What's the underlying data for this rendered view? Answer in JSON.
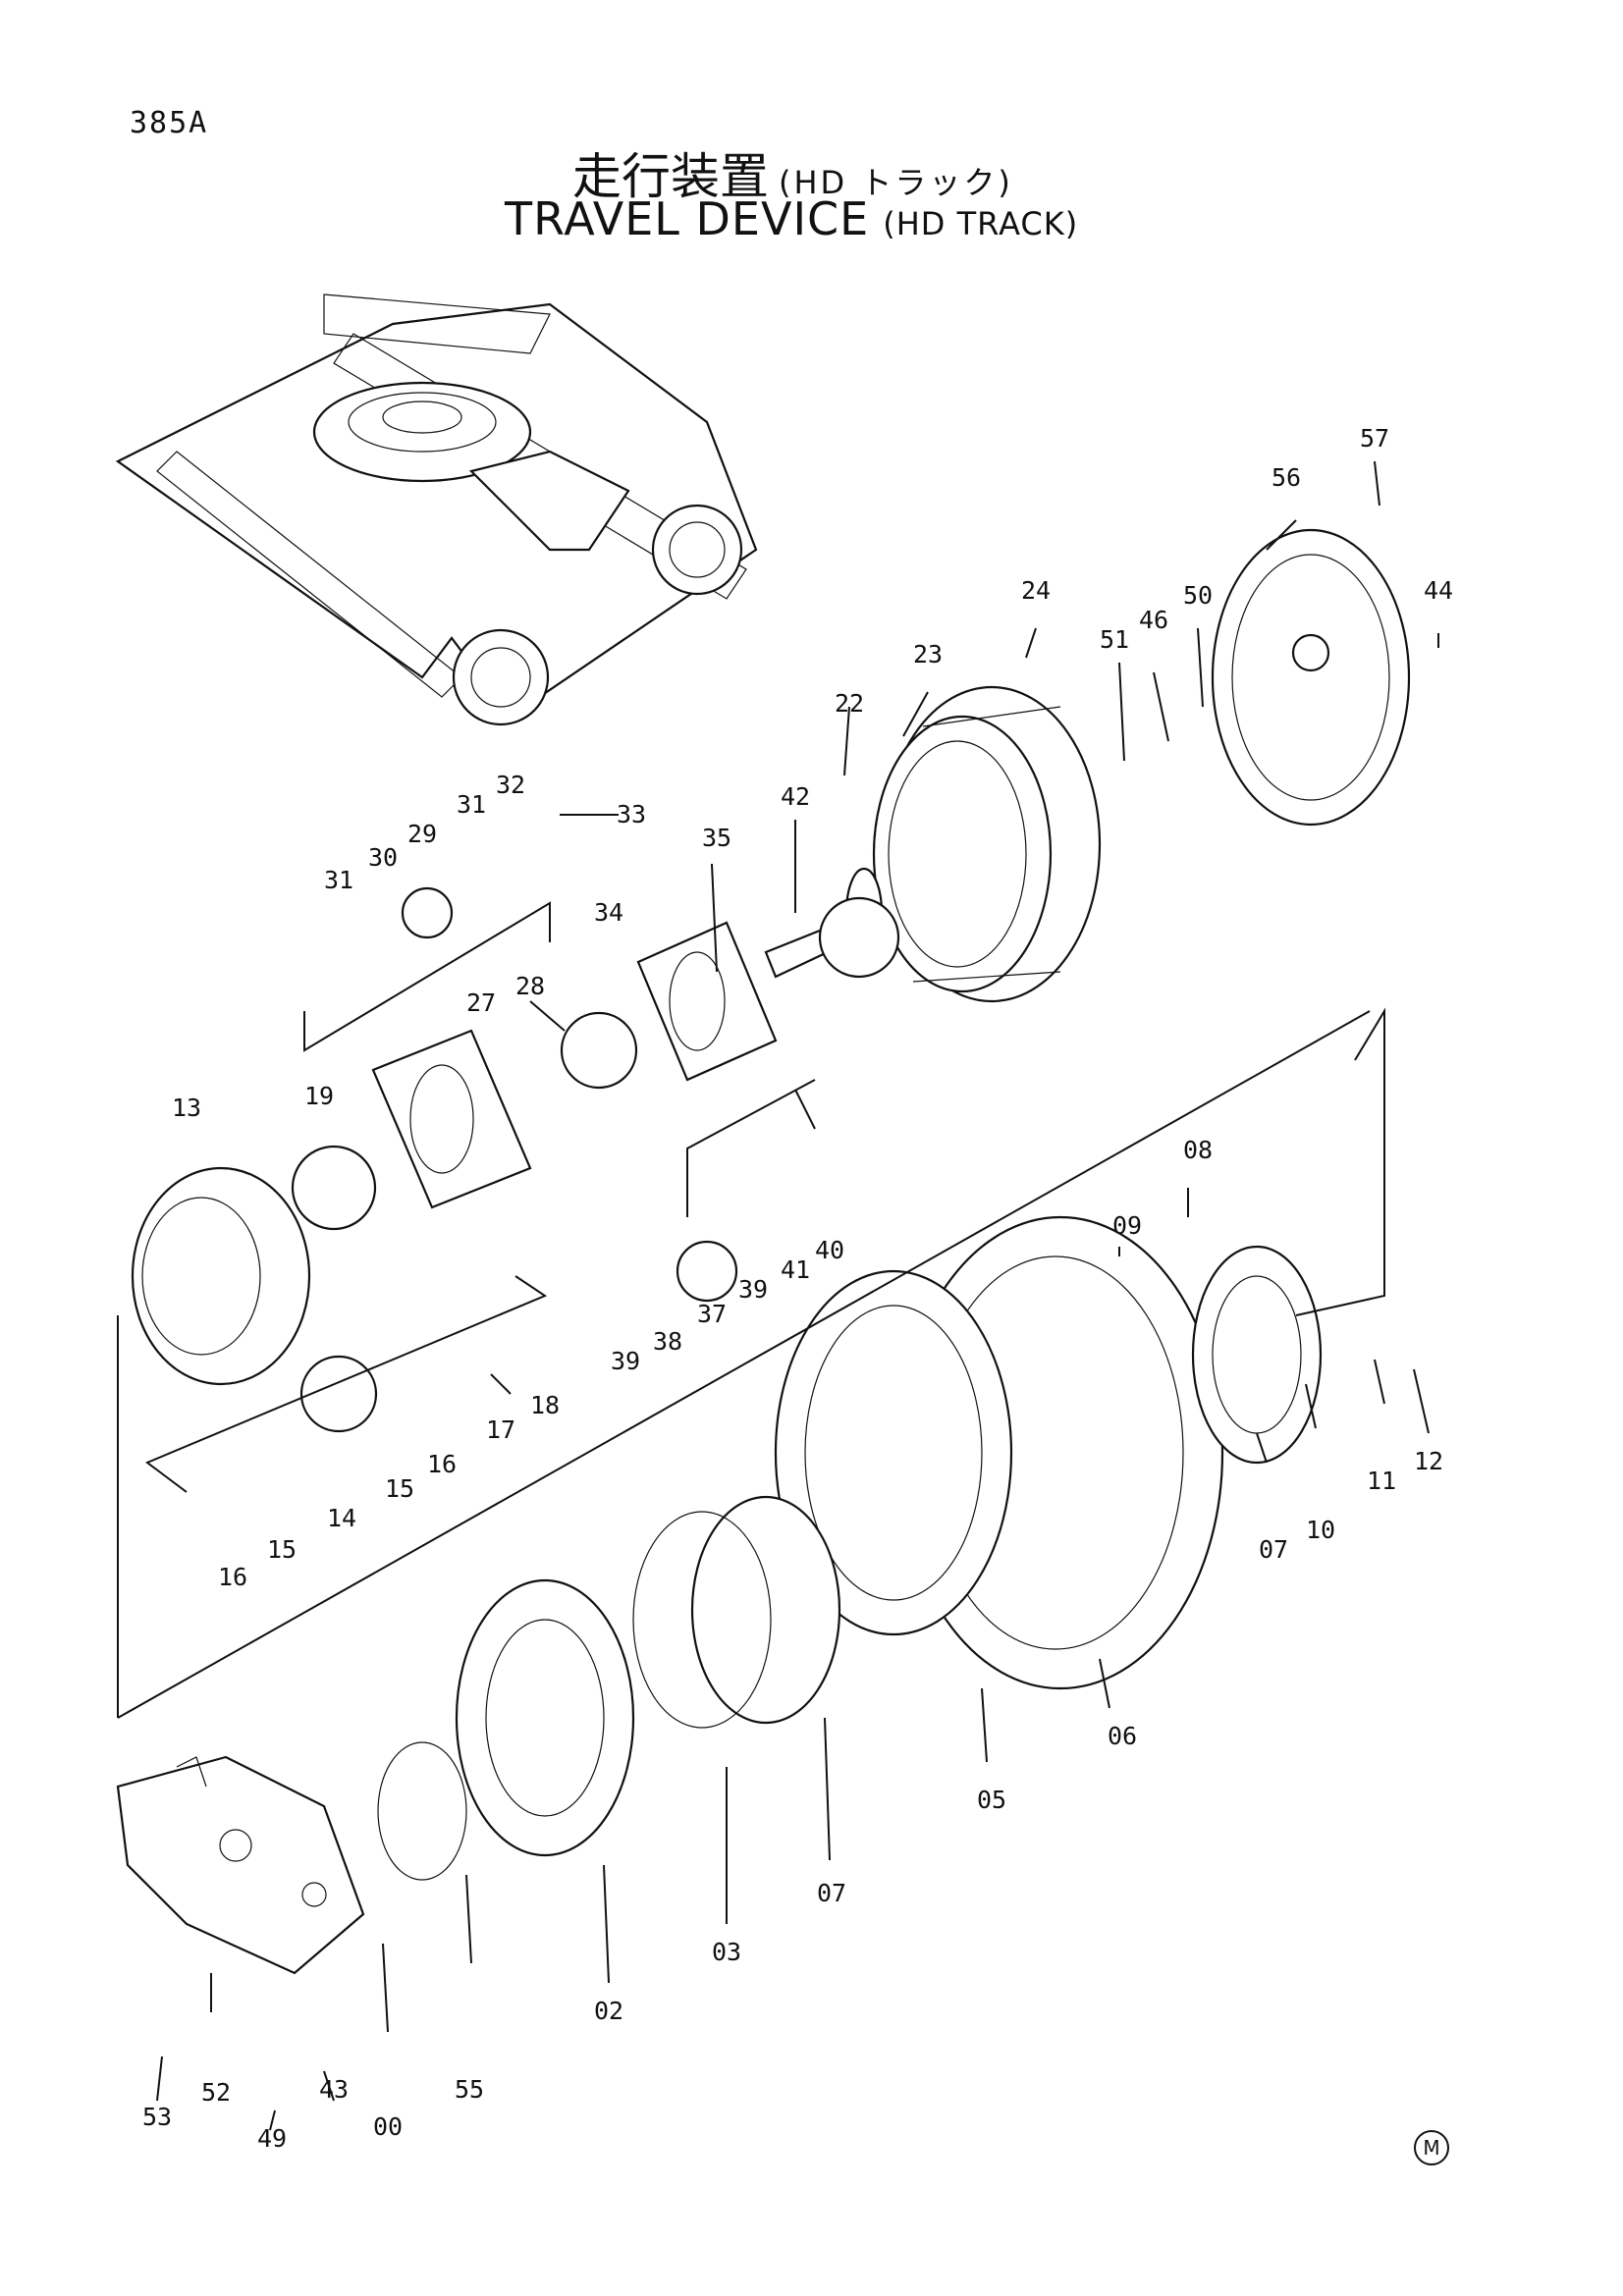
{
  "page_code": "385A",
  "title": {
    "jp_main": "走行装置",
    "jp_sub": "(HD トラック)",
    "en_main": "TRAVEL DEVICE",
    "en_sub": "(HD TRACK)"
  },
  "footer_mark": "M",
  "part_labels": [
    "57",
    "56",
    "44",
    "24",
    "46",
    "50",
    "51",
    "23",
    "22",
    "42",
    "33",
    "32",
    "31",
    "29",
    "30",
    "31",
    "35",
    "34",
    "28",
    "27",
    "13",
    "19",
    "08",
    "09",
    "40",
    "39",
    "41",
    "39",
    "38",
    "37",
    "12",
    "11",
    "10",
    "07",
    "06",
    "05",
    "07",
    "03",
    "02",
    "18",
    "17",
    "16",
    "15",
    "14",
    "15",
    "16",
    "00",
    "55",
    "53",
    "52",
    "49",
    "43"
  ]
}
